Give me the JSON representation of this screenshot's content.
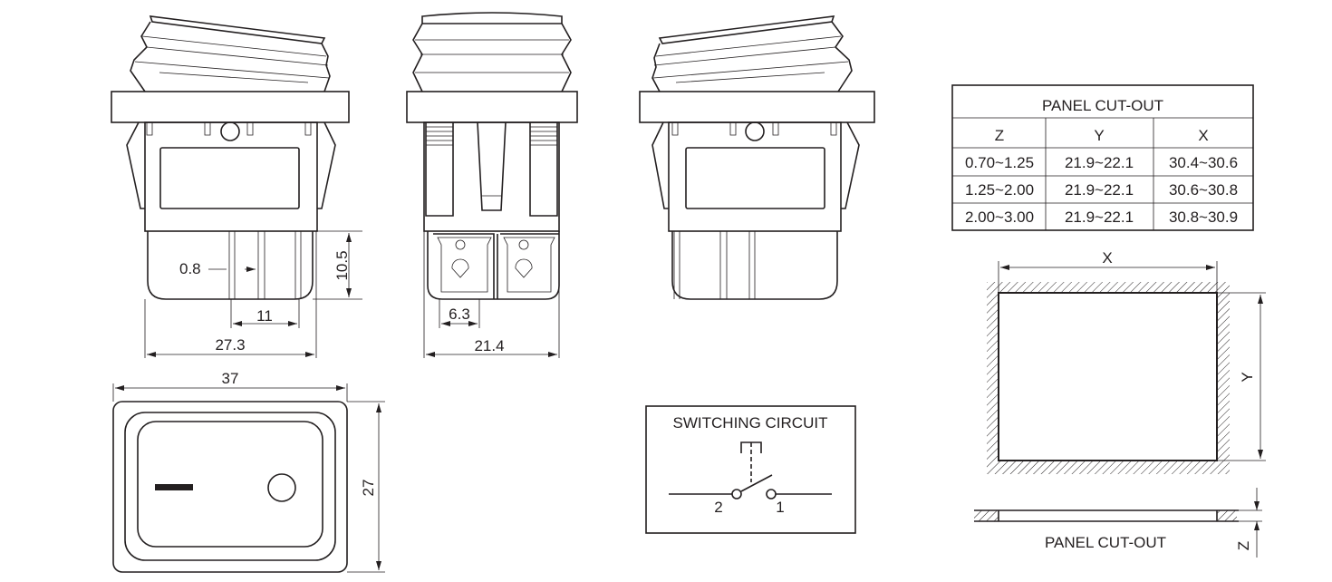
{
  "front_view": {
    "dim_pin": "0.8",
    "dim_height": "10.5",
    "dim_pitch": "11",
    "dim_width": "27.3"
  },
  "side_view": {
    "dim_terminal": "6.3",
    "dim_width": "21.4"
  },
  "top_view": {
    "dim_width": "37",
    "dim_height": "27",
    "symbol_on": "I",
    "symbol_off": "O"
  },
  "panel_table": {
    "title": "PANEL CUT-OUT",
    "headers": [
      "Z",
      "Y",
      "X"
    ],
    "rows": [
      [
        "0.70~1.25",
        "21.9~22.1",
        "30.4~30.6"
      ],
      [
        "1.25~2.00",
        "21.9~22.1",
        "30.6~30.8"
      ],
      [
        "2.00~3.00",
        "21.9~22.1",
        "30.8~30.9"
      ]
    ]
  },
  "circuit": {
    "title": "SWITCHING CIRCUIT",
    "terminal_left": "2",
    "terminal_right": "1"
  },
  "cutout": {
    "label_x": "X",
    "label_y": "Y",
    "label_z": "Z",
    "caption": "PANEL CUT-OUT"
  }
}
